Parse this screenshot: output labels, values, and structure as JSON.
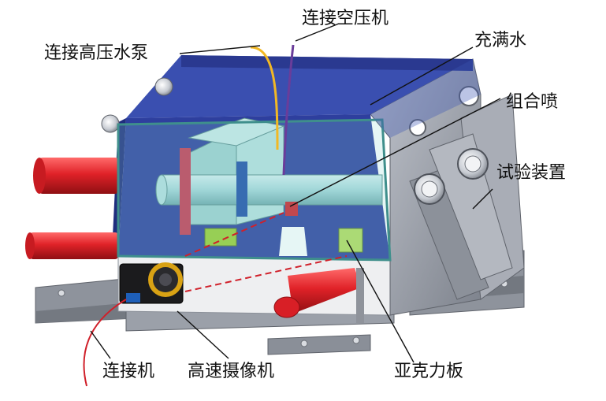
{
  "figure": {
    "labels": {
      "high_pressure_pump": "连接高压水泵",
      "air_compressor": "连接空压机",
      "filled_water": "充满水",
      "combined_nozzle": "组合喷",
      "test_device": "试验装置",
      "connect_computer": "连接机",
      "high_speed_camera": "高速摄像机",
      "acrylic_plate": "亚克力板"
    }
  },
  "colors": {
    "tank_blue": "#2e3f9e",
    "glass_cyan": "#9fd6d6",
    "frame_gray": "#9ea3ad",
    "red_cylinder": "#d81f26",
    "pipe_cyan": "#a7d9dc",
    "yellow_hose": "#f2b824",
    "purple_hose": "#6a3d9a",
    "green_parts": "#9acd32"
  }
}
